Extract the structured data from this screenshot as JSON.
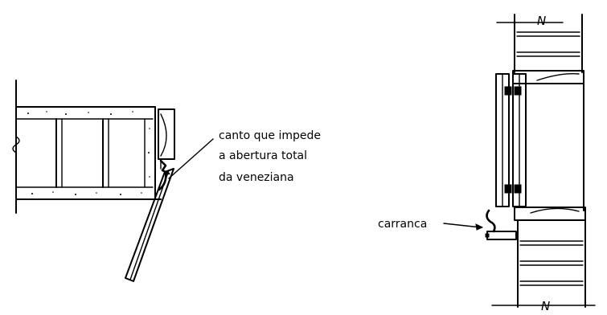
{
  "annotations": {
    "corner_line1": "canto que impede",
    "corner_line2": "a abertura total",
    "corner_line3": "da veneziana",
    "carranca": "carranca"
  },
  "breaks": {
    "top": "N",
    "bottom": "N"
  },
  "colors": {
    "ink": "#000000",
    "paper": "#ffffff"
  }
}
